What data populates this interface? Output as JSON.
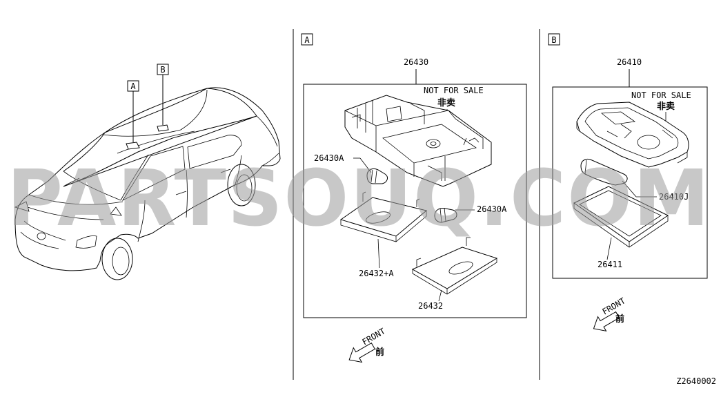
{
  "diagram": {
    "watermark": "PARTSOUQ.COM",
    "drawing_id": "Z2640002",
    "overview": {
      "callout_a": "A",
      "callout_b": "B"
    },
    "panel_a": {
      "tag": "A",
      "assembly_part": "26430",
      "not_for_sale": "NOT FOR SALE",
      "not_for_sale_cn": "非卖",
      "bulb_left": "26430A",
      "bulb_right": "26430A",
      "lens_upper": "26432+A",
      "lens_lower": "26432",
      "front_label": "FRONT",
      "front_cn": "前"
    },
    "panel_b": {
      "tag": "B",
      "assembly_part": "26410",
      "not_for_sale": "NOT FOR SALE",
      "not_for_sale_cn": "非卖",
      "bulb": "26410J",
      "lens": "26411",
      "front_label": "FRONT",
      "front_cn": "前"
    }
  }
}
